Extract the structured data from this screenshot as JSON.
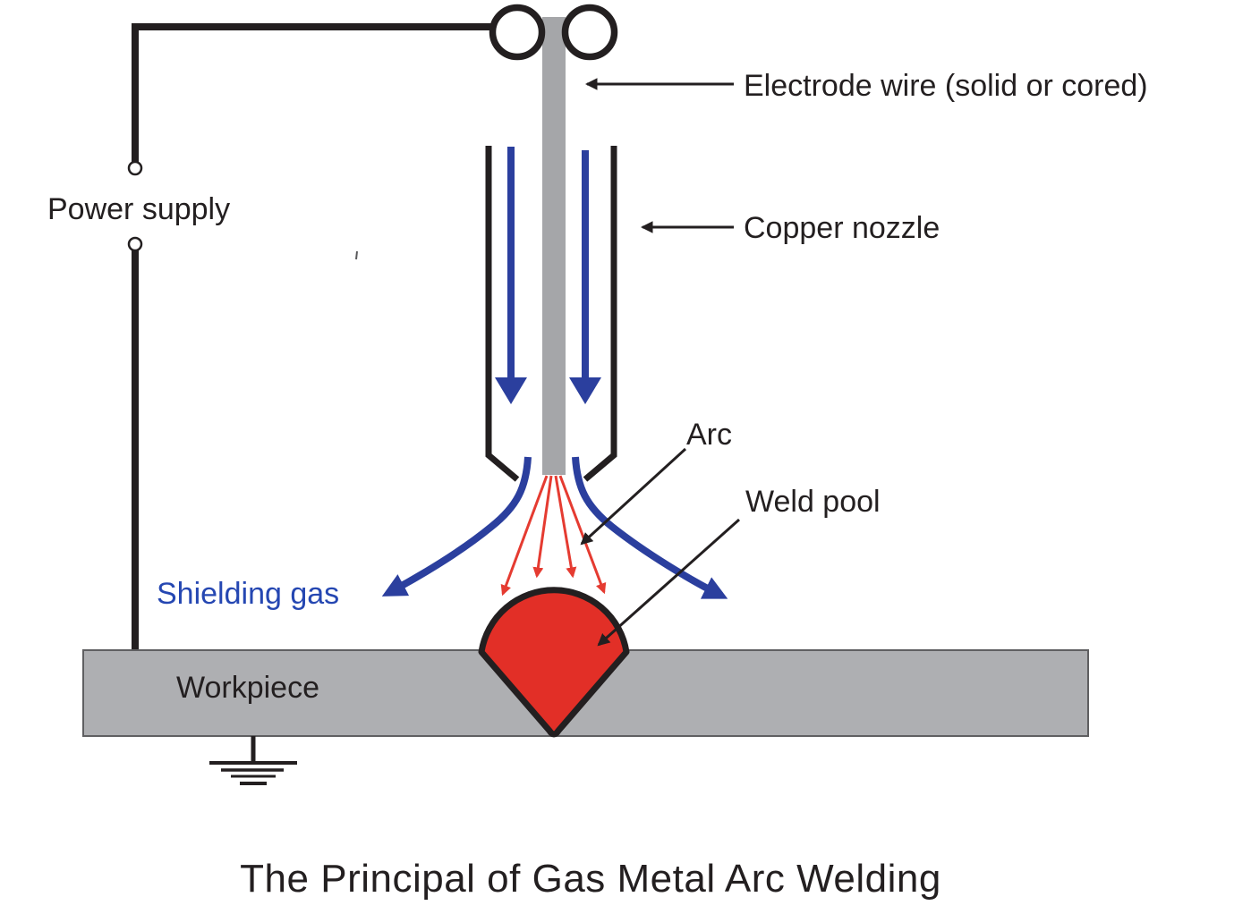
{
  "title": "The Principal of Gas Metal Arc Welding",
  "labels": {
    "power_supply": "Power supply",
    "electrode_wire": "Electrode wire (solid or cored)",
    "copper_nozzle": "Copper nozzle",
    "arc": "Arc",
    "weld_pool": "Weld pool",
    "shielding_gas": "Shielding gas",
    "workpiece": "Workpiece"
  },
  "colors": {
    "ink_black": "#231f20",
    "gas_arrow_blue": "#2b3f9e",
    "shielding_gas_text_blue": "#2547b2",
    "arc_ray_red": "#e53b31",
    "weld_pool_red": "#e22f27",
    "electrode_wire_gray": "#a5a6a9",
    "workpiece_gray": "#aeafb2",
    "background": "#ffffff"
  }
}
